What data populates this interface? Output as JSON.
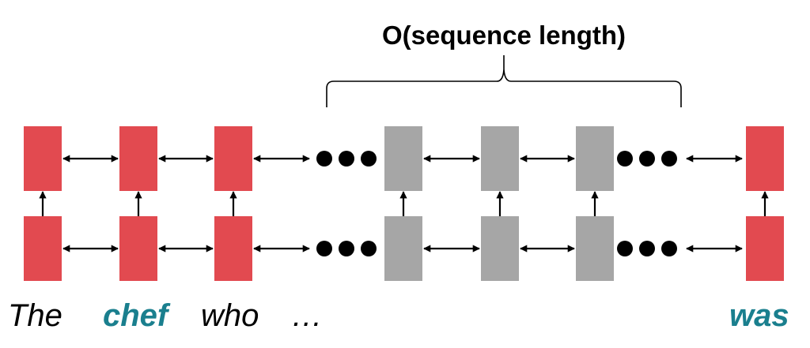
{
  "title": "O(sequence length)",
  "colors": {
    "active_cell": "#e24a50",
    "inactive_cell": "#a6a6a6",
    "highlight_word": "#1a7f8e",
    "arrow": "#000000",
    "text": "#000000"
  },
  "layers": 2,
  "columns": [
    {
      "kind": "cell",
      "state": "active",
      "word": "The",
      "highlight": false
    },
    {
      "kind": "cell",
      "state": "active",
      "word": "chef",
      "highlight": true
    },
    {
      "kind": "cell",
      "state": "active",
      "word": "who",
      "highlight": false
    },
    {
      "kind": "ellipsis",
      "word": "…"
    },
    {
      "kind": "cell",
      "state": "inactive",
      "word": ""
    },
    {
      "kind": "cell",
      "state": "inactive",
      "word": ""
    },
    {
      "kind": "cell",
      "state": "inactive",
      "word": ""
    },
    {
      "kind": "ellipsis",
      "word": ""
    },
    {
      "kind": "cell",
      "state": "active",
      "word": "was",
      "highlight": true
    }
  ],
  "words": [
    {
      "text": "The",
      "highlight": false
    },
    {
      "text": "chef",
      "highlight": true
    },
    {
      "text": "who",
      "highlight": false
    },
    {
      "text": "…",
      "highlight": false
    },
    {
      "text": "was",
      "highlight": true
    }
  ],
  "brace_spans": "gray cells (distance between 'chef' and 'was')"
}
